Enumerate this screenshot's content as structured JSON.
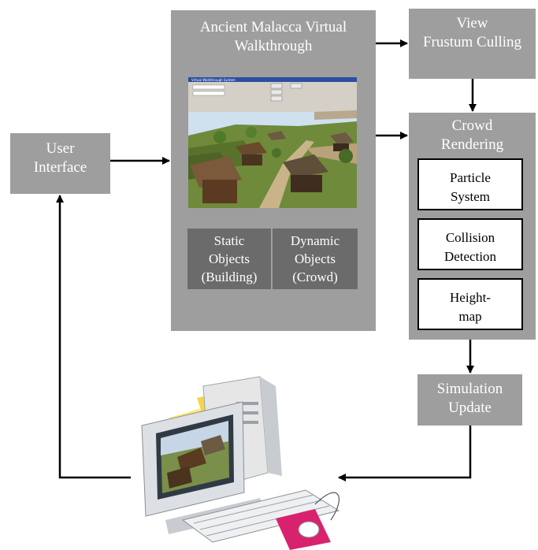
{
  "main_panel": {
    "title_line1": "Ancient Malacca Virtual",
    "title_line2": "Walkthrough"
  },
  "static_objects": {
    "line1": "Static",
    "line2": "Objects",
    "line3": "(Building)"
  },
  "dynamic_objects": {
    "line1": "Dynamic",
    "line2": "Objects",
    "line3": "(Crowd)"
  },
  "view_frustum": {
    "line1": "View",
    "line2": "Frustum Culling"
  },
  "crowd_rendering": {
    "line1": "Crowd",
    "line2": "Rendering",
    "particle": {
      "line1": "Particle",
      "line2": "System"
    },
    "collision": {
      "line1": "Collision",
      "line2": "Detection"
    },
    "heightmap": {
      "line1": "Height-",
      "line2": "map"
    }
  },
  "user_interface": {
    "line1": "User",
    "line2": "Interface"
  },
  "simulation": {
    "line1": "Simulation",
    "line2": "Update"
  },
  "screenshot_window_title": "Virtual Walkthrough System",
  "colors": {
    "box_gray": "#9e9e9e",
    "dark_gray": "#6b6b6b",
    "arrow": "#000000"
  }
}
